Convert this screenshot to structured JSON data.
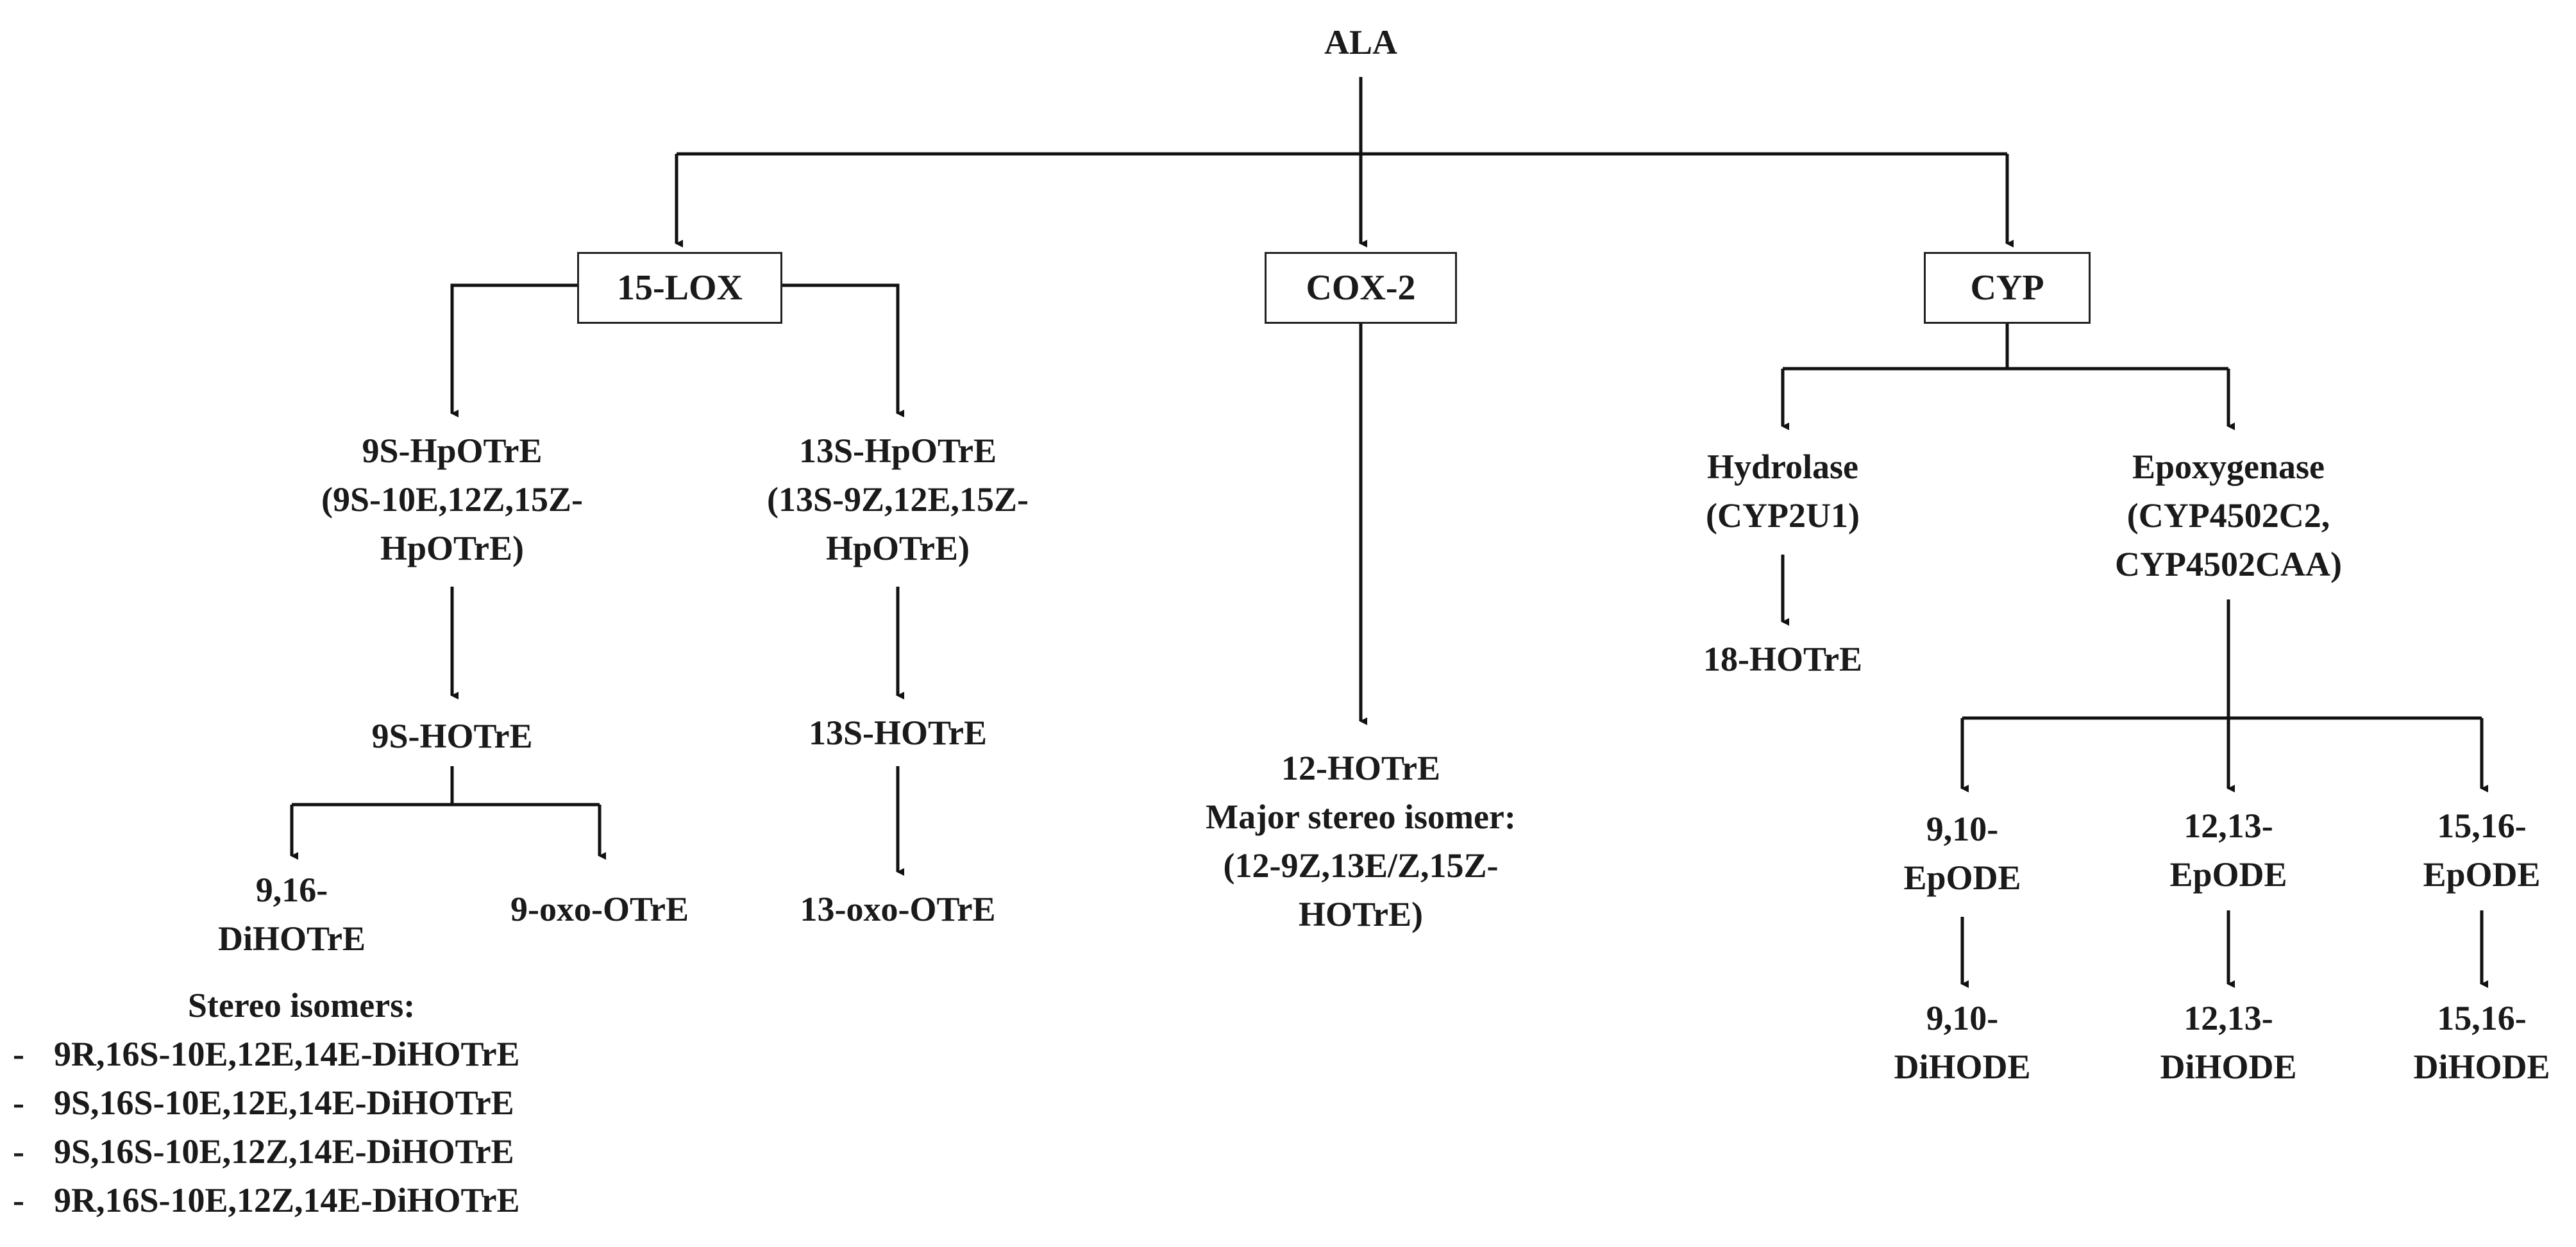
{
  "root": "ALA",
  "enzymes": {
    "lox": "15-LOX",
    "cox": "COX-2",
    "cyp": "CYP"
  },
  "lox_branch": {
    "left": {
      "hydroperoxide": [
        "9S-HpOTrE",
        "(9S-10E,12Z,15Z-",
        "HpOTrE)"
      ],
      "hydroxide": "9S-HOTrE",
      "dihydroxy": [
        "9,16-",
        "DiHOTrE"
      ],
      "oxo": "9-oxo-OTrE",
      "stereo_header": "Stereo isomers:",
      "stereo_isomers": [
        "9R,16S-10E,12E,14E-DiHOTrE",
        "9S,16S-10E,12E,14E-DiHOTrE",
        "9S,16S-10E,12Z,14E-DiHOTrE",
        "9R,16S-10E,12Z,14E-DiHOTrE"
      ],
      "dash": "-"
    },
    "right": {
      "hydroperoxide": [
        "13S-HpOTrE",
        "(13S-9Z,12E,15Z-",
        "HpOTrE)"
      ],
      "hydroxide": "13S-HOTrE",
      "oxo": "13-oxo-OTrE"
    }
  },
  "cox_branch": {
    "product": [
      "12-HOTrE",
      "Major stereo isomer:",
      "(12-9Z,13E/Z,15Z-",
      "HOTrE)"
    ]
  },
  "cyp_branch": {
    "hydrolase": [
      "Hydrolase",
      "(CYP2U1)"
    ],
    "hydrolase_product": "18-HOTrE",
    "epoxygenase": [
      "Epoxygenase",
      "(CYP4502C2,",
      "CYP4502CAA)"
    ],
    "epoxides": [
      [
        "9,10-",
        "EpODE"
      ],
      [
        "12,13-",
        "EpODE"
      ],
      [
        "15,16-",
        "EpODE"
      ]
    ],
    "diols": [
      [
        "9,10-",
        "DiHODE"
      ],
      [
        "12,13-",
        "DiHODE"
      ],
      [
        "15,16-",
        "DiHODE"
      ]
    ]
  }
}
